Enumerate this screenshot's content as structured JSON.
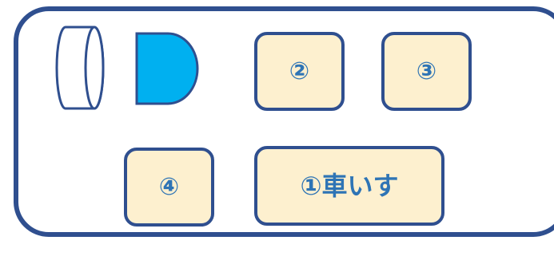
{
  "diagram": {
    "seats": [
      {
        "id": "seat-1",
        "label": "①車いす"
      },
      {
        "id": "seat-2",
        "label": "②"
      },
      {
        "id": "seat-3",
        "label": "③"
      },
      {
        "id": "seat-4",
        "label": "④"
      }
    ],
    "icons": {
      "steering": "steering-wheel-icon",
      "driver": "driver-seat-icon"
    },
    "colors": {
      "frame": "#2f4f8f",
      "seat_fill": "#fdf0cf",
      "seat_text": "#2e74b5",
      "driver_fill": "#00b0f0"
    }
  }
}
